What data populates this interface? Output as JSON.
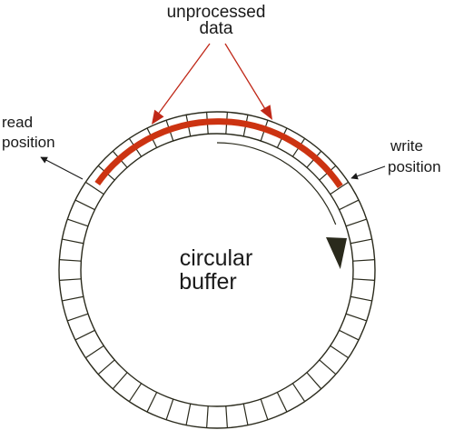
{
  "labels": {
    "unprocessed_line1": "unprocessed",
    "unprocessed_line2": "data",
    "read_line1": "read",
    "read_line2": "position",
    "write_line1": "write",
    "write_line2": "position",
    "center_line1": "circular",
    "center_line2": "buffer"
  },
  "buffer": {
    "segment_count": 48
  },
  "colors": {
    "ring": "#2a2a1c",
    "highlight": "#cc3311",
    "pointer_arrow": "#c02818",
    "text": "#1a1a1a",
    "background": "#ffffff"
  }
}
